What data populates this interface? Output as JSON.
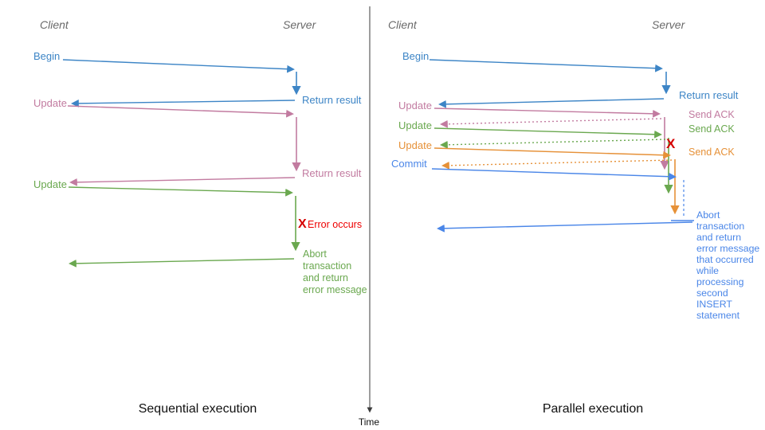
{
  "palette": {
    "blue": "#3d85c6",
    "commit_blue": "#4a86e8",
    "pink": "#c27ba0",
    "green": "#6aa84f",
    "orange": "#e69138",
    "red": "#ee0000",
    "header_gray": "#6a6a6a",
    "axis_dark": "#3b3b3b"
  },
  "axis": {
    "time_label": "Time"
  },
  "left": {
    "title": "Sequential execution",
    "client_header": "Client",
    "server_header": "Server",
    "labels": {
      "begin": "Begin",
      "return_result_1": "Return result",
      "update_1": "Update",
      "return_result_2": "Return result",
      "update_2": "Update",
      "error_x": "X",
      "error_occurs": "Error occurs",
      "abort": "Abort\ntransaction\nand return\nerror message"
    }
  },
  "right": {
    "title": "Parallel execution",
    "client_header": "Client",
    "server_header": "Server",
    "labels": {
      "begin": "Begin",
      "return_result": "Return result",
      "update_1": "Update",
      "send_ack_1": "Send ACK",
      "update_2": "Update",
      "send_ack_2": "Send ACK",
      "update_3": "Update",
      "send_ack_3": "Send ACK",
      "error_x": "X",
      "commit": "Commit",
      "abort": "Abort\ntransaction\nand return\nerror message\nthat occurred\nwhile\nprocessing\nsecond\nINSERT\nstatement"
    }
  }
}
